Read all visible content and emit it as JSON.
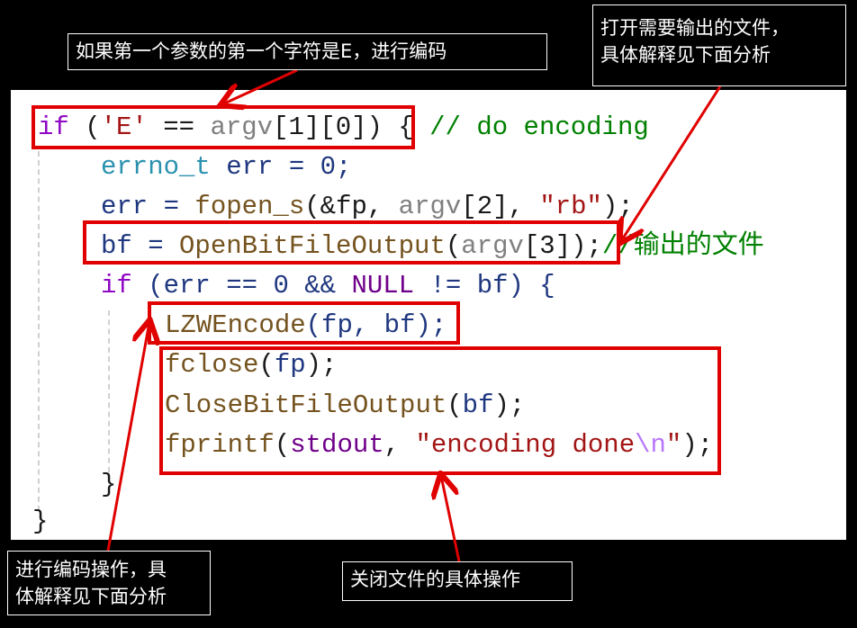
{
  "code": {
    "lines": [
      [
        "if",
        " (",
        "'E'",
        " == ",
        "argv",
        "[1][0]) { ",
        "// do encoding"
      ],
      [
        "errno_t",
        " err = 0;"
      ],
      [
        "err = ",
        "fopen_s",
        "(&fp, ",
        "argv",
        "[2], ",
        "\"rb\"",
        ");"
      ],
      [
        "bf = ",
        "OpenBitFileOutput",
        "(",
        "argv",
        "[3]);",
        "//输出的文件"
      ],
      [
        "if",
        " (err == 0 && ",
        "NULL",
        " != bf) {"
      ],
      [
        "LZWEncode",
        "(fp, bf);"
      ],
      [
        "fclose",
        "(",
        "fp",
        ");"
      ],
      [
        "CloseBitFileOutput",
        "(",
        "bf",
        ");"
      ],
      [
        "fprintf",
        "(",
        "stdout",
        ", ",
        "\"encoding done",
        "\\n",
        "\"",
        ");"
      ],
      [
        "}"
      ],
      [
        "}"
      ]
    ]
  },
  "annotations": {
    "first_arg": "如果第一个参数的第一个字符是E，进行编码",
    "open_output": [
      "打开需要输出的文件，",
      "具体解释见下面分析"
    ],
    "encode_op": [
      "进行编码操作，具",
      "体解释见下面分析"
    ],
    "close_files": "关闭文件的具体操作"
  },
  "colors": {
    "highlight": "#e00000",
    "keyword": "#8f08c4",
    "comment": "#008000",
    "function": "#74531f"
  }
}
